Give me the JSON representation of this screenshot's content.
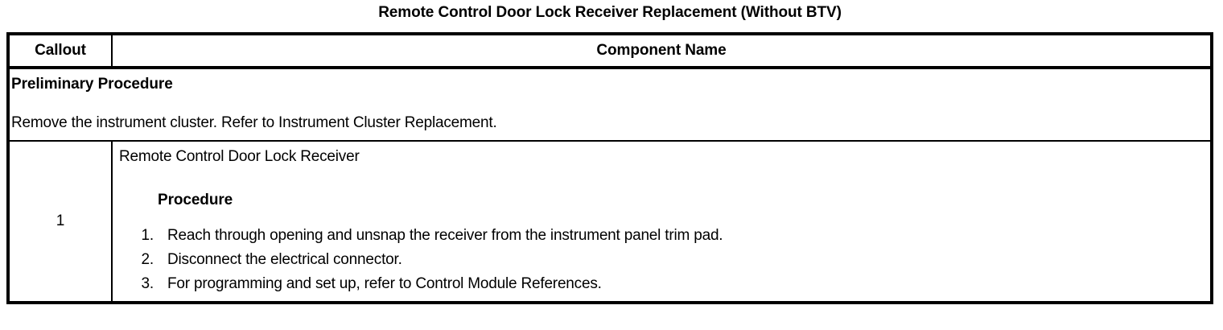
{
  "document": {
    "title": "Remote Control Door Lock Receiver Replacement (Without BTV)"
  },
  "table": {
    "headers": {
      "callout": "Callout",
      "component_name": "Component Name"
    },
    "preliminary": {
      "heading": "Preliminary Procedure",
      "body": "Remove the instrument cluster. Refer to Instrument Cluster Replacement."
    },
    "rows": [
      {
        "callout": "1",
        "component_name": "Remote Control Door Lock Receiver",
        "procedure_heading": "Procedure",
        "steps": [
          "Reach through opening and unsnap the receiver from the instrument panel trim pad.",
          "Disconnect the electrical connector.",
          "For programming and set up, refer to Control Module References."
        ]
      }
    ]
  },
  "colors": {
    "background": "#ffffff",
    "text": "#000000",
    "border": "#000000"
  }
}
